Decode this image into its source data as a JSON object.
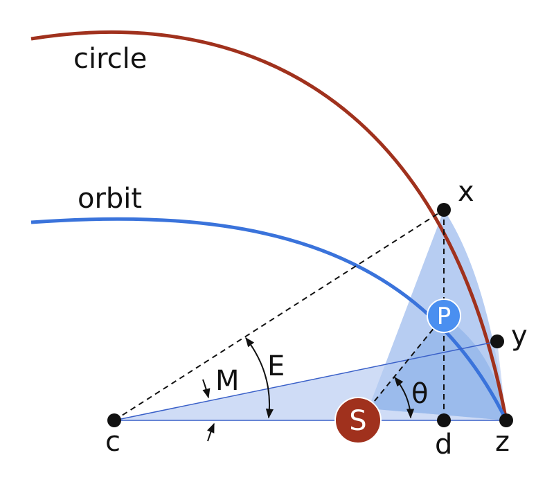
{
  "labels": {
    "circle": "circle",
    "orbit": "orbit",
    "x": "x",
    "y": "y",
    "c": "c",
    "d": "d",
    "z": "z",
    "P": "P",
    "S": "S",
    "M": "M",
    "E": "E",
    "theta": "θ"
  },
  "colors": {
    "circle": "#a0311d",
    "orbit": "#3a73db",
    "sun": "#a0311d",
    "planet": "#4a8ff0",
    "area_light": "#cfdcf6",
    "area_mid": "#b7cdf2",
    "area_dark": "#9bbbec",
    "ink": "#111111"
  }
}
